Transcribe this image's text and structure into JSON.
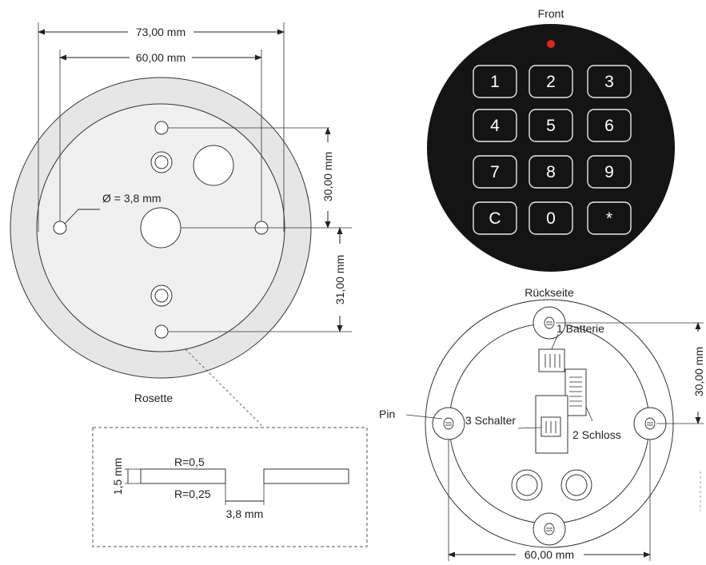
{
  "rosette": {
    "caption": "Rosette",
    "dim_outer_width": "73,00 mm",
    "dim_hole_span": "60,00 mm",
    "dim_upper": "30,00 mm",
    "dim_lower": "31,00 mm",
    "hole_diameter": "Ø = 3,8 mm"
  },
  "detail": {
    "dim_height": "1,5 mm",
    "radius_top": "R=0,5",
    "radius_bottom": "R=0,25",
    "dim_gap": "3,8 mm"
  },
  "front": {
    "caption": "Front",
    "keys": [
      "1",
      "2",
      "3",
      "4",
      "5",
      "6",
      "7",
      "8",
      "9",
      "C",
      "0",
      "*"
    ],
    "led_color": "#e3241b",
    "body_color": "#141414"
  },
  "back": {
    "caption": "Rückseite",
    "label_battery": "1 Batterie",
    "label_lock": "2 Schloss",
    "label_switch": "3 Schalter",
    "label_pin": "Pin",
    "dim_vertical": "30,00 mm",
    "dim_horizontal": "60,00 mm"
  }
}
